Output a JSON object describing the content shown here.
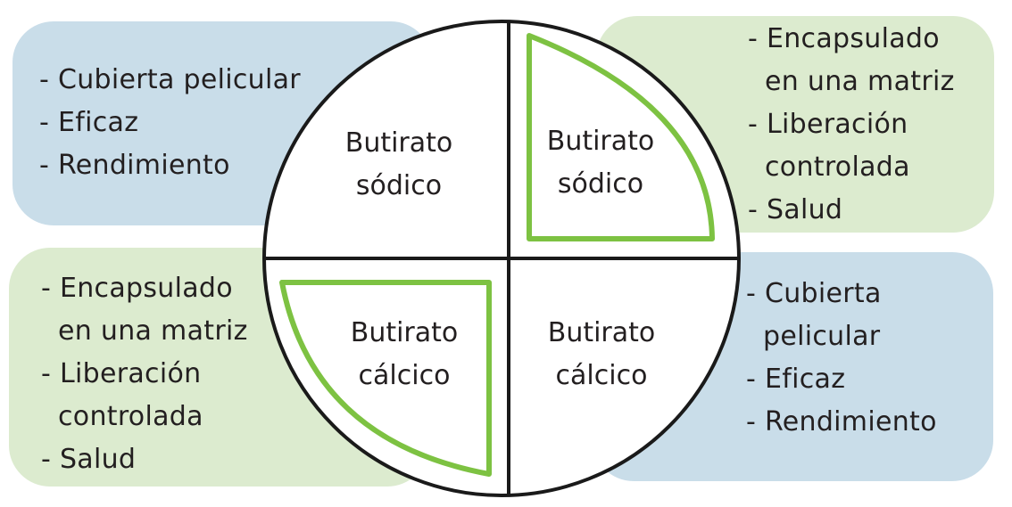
{
  "quadrants": {
    "top_left": {
      "line1": "Butirato",
      "line2": "sódico",
      "highlighted": false
    },
    "top_right": {
      "line1": "Butirato",
      "line2": "sódico",
      "highlighted": true
    },
    "bottom_left": {
      "line1": "Butirato",
      "line2": "cálcico",
      "highlighted": true
    },
    "bottom_right": {
      "line1": "Butirato",
      "line2": "cálcico",
      "highlighted": false
    }
  },
  "boxes": {
    "top_left": {
      "color": "#c9dde9",
      "items": [
        "- Cubierta pelicular",
        "- Eficaz",
        "- Rendimiento"
      ]
    },
    "top_right": {
      "color": "#dcebcf",
      "items": [
        {
          "first": "- Encapsulado",
          "rest": "en una matriz"
        },
        {
          "first": "- Liberación",
          "rest": "controlada"
        },
        {
          "first": "- Salud"
        }
      ]
    },
    "bottom_left": {
      "color": "#dcebcf",
      "items": [
        {
          "first": "- Encapsulado",
          "rest": "en una matriz"
        },
        {
          "first": "- Liberación",
          "rest": "controlada"
        },
        {
          "first": "- Salud"
        }
      ]
    },
    "bottom_right": {
      "color": "#c9dde9",
      "items": [
        {
          "first": "- Cubierta",
          "rest": "pelicular"
        },
        {
          "first": "- Eficaz"
        },
        {
          "first": "- Rendimiento"
        }
      ]
    }
  },
  "colors": {
    "highlight": "#7dc242",
    "outline": "#1a1a1a",
    "blue_box": "#c9dde9",
    "green_box": "#dcebcf"
  }
}
